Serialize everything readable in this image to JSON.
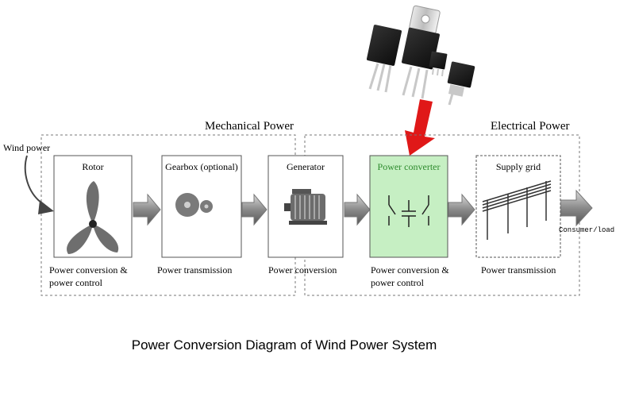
{
  "diagram": {
    "mechanical_label": "Mechanical Power",
    "electrical_label": "Electrical Power",
    "input_label": "Wind power",
    "output_label": "Consumer/load",
    "caption": "Power Conversion Diagram of Wind Power System",
    "blocks": {
      "rotor": {
        "title": "Rotor",
        "desc_line1": "Power conversion &",
        "desc_line2": "power control",
        "icon": "fan-icon"
      },
      "gearbox": {
        "title": "Gearbox (optional)",
        "desc_line1": "Power transmission",
        "icon": "gears-icon"
      },
      "generator": {
        "title": "Generator",
        "desc_line1": "Power conversion",
        "icon": "motor-icon"
      },
      "converter": {
        "title": "Power converter",
        "desc_line1": "Power conversion &",
        "desc_line2": "power control",
        "icon": "switch-icon"
      },
      "grid": {
        "title": "Supply grid",
        "desc_line1": "Power transmission",
        "icon": "power-line-icon"
      }
    },
    "colors": {
      "converter_fill": "#c6efc3",
      "converter_title": "#2e8b2e",
      "pointer_arrow": "#e01818",
      "flow_arrow": "#8a8a8a"
    },
    "components_image": "transistor-packages-icon"
  }
}
